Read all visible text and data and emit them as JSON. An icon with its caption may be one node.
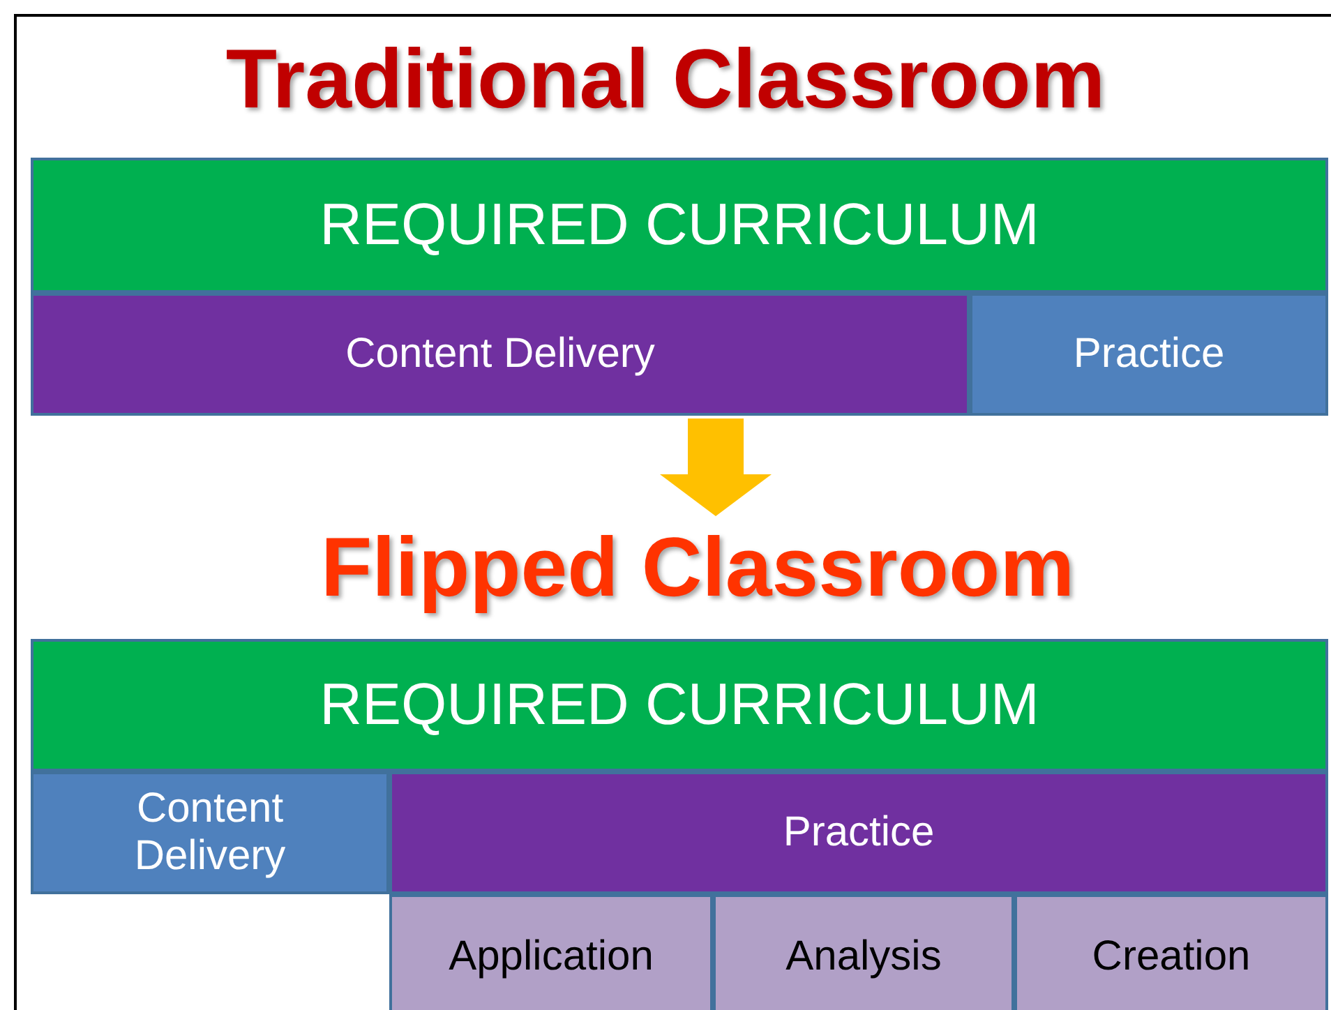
{
  "diagram": {
    "title": "Traditional Classroom",
    "nodes": [
      {
        "text": [
          "REQUIRED CURRICULUM"
        ]
      },
      {
        "text": [
          "Content Delivery"
        ]
      },
      {
        "text": [
          "Practice"
        ]
      },
      {
        "text": [
          "Flipped Classroom"
        ]
      },
      {
        "text": [
          "REQUIRED CURRICULUM"
        ]
      },
      {
        "text": [
          "Content Delivery"
        ]
      },
      {
        "text": [
          "Practice"
        ]
      },
      {
        "text": [
          "Application"
        ]
      },
      {
        "text": [
          "Analysis"
        ]
      },
      {
        "text": [
          "Creation"
        ]
      }
    ],
    "edges": [
      {
        "from": 1,
        "to": 3,
        "arrow": "to",
        "color": "#ffc000"
      }
    ]
  }
}
